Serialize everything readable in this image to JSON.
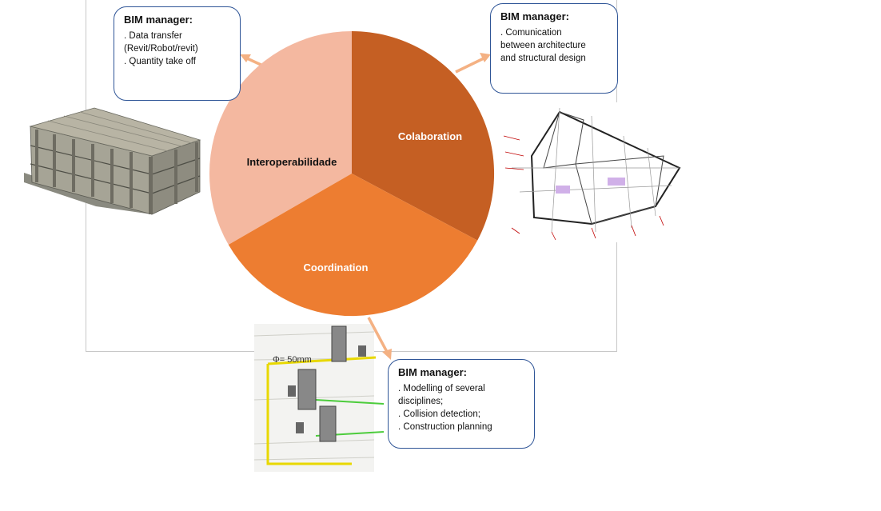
{
  "diagram": {
    "segments": [
      {
        "label": "Interoperabilidade",
        "color": "#f4b8a0"
      },
      {
        "label": "Colaboration",
        "color": "#c55f23"
      },
      {
        "label": "Coordination",
        "color": "#ed7d31"
      }
    ],
    "callouts": [
      {
        "title": "BIM manager:",
        "lines": [
          ". Data transfer",
          "(Revit/Robot/revit)",
          ". Quantity take off"
        ]
      },
      {
        "title": "BIM manager:",
        "lines": [
          ". Comunication",
          "between architecture",
          "and structural design"
        ]
      },
      {
        "title": "BIM manager:",
        "lines": [
          ". Modelling of several",
          "disciplines;",
          ". Collision detection;",
          ". Construction planning"
        ]
      }
    ],
    "pipe_diameter_label": "Φ= 50mm",
    "arrow_color": "#f4b183",
    "border_color": "#2f5597"
  }
}
